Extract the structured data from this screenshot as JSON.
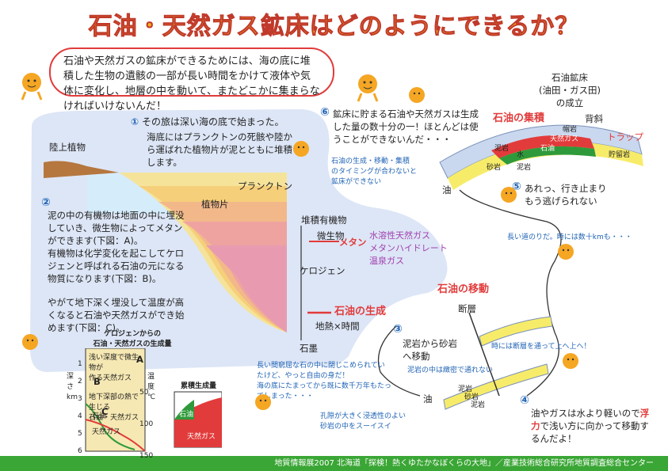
{
  "title": "石油・天然ガス鉱床はどのようにできるか？",
  "intro": "石油や天然ガスの鉱床ができるためには、海の底に堆積した生物の遺骸の一部が長い時間をかけて液体や気体に変化し、地層の中を動いて、またどこかに集まらなければいけないんだ！",
  "step1": {
    "num": "①",
    "heading": "その旅は深い海の底で始まった。",
    "body": "海底にはプランクトンの死骸や陸から運ばれた植物片が泥とともに堆積します。"
  },
  "labels": {
    "land_plants": "陸上植物",
    "plankton": "プランクトン",
    "plant_debris": "植物片"
  },
  "step2": {
    "num": "②",
    "body1": "泥の中の有機物は地面の中に埋没していき、微生物によってメタンができます(下図：A)。\n有機物は化学変化を起こしてケロジェンと呼ばれる石油の元になる物質になります(下図：B)。",
    "body2": "やがて地下深く埋没して温度が高くなると石油や天然ガスができ始めます(下図：C)。"
  },
  "flow": {
    "sediment_organic": "堆積有機物",
    "microbe": "微生物",
    "methane": "メタン",
    "kerogen": "ケロジェン",
    "generation": "石油の生成",
    "heat_time": "地熱×時間",
    "graphite": "石墨",
    "gas_types": "水溶性天然ガス\nメタンハイドレート\n温泉ガス"
  },
  "kerogen_chart": {
    "title": "ケロジェンからの\n石油・天然ガスの生成量",
    "depth_label": "深さ\nkm",
    "temp_label": "温度\n℃",
    "depth_ticks": [
      "1",
      "2",
      "3",
      "4",
      "5",
      "6"
    ],
    "temp_ticks": [
      "50",
      "100",
      "150"
    ],
    "zone_a": "A",
    "zone_b": "B",
    "zone_c": "C",
    "note_a": "浅い深度で微生物が\n作る天然ガス",
    "note_c": "地下深部の熱で生じる\n石油・天然ガス",
    "oil": "石油",
    "gas": "天然ガス",
    "cum_title": "累積生成量",
    "cum_oil": "石油",
    "cum_gas": "天然ガス"
  },
  "step6": {
    "num": "⑥",
    "body": "鉱床に貯まる石油や天然ガスは生成した量の数十分の一！ほとんどは使うことができないんだ・・・",
    "note": "石油の生成・移動・集積\nのタイミングが合わないと\n鉱床ができない"
  },
  "reservoir": {
    "title": "石油鉱床\n(油田・ガス田)\nの成立",
    "accumulation": "石油の集積",
    "anticline": "背斜",
    "cap_rock": "帽岩",
    "trap": "トラップ",
    "natural_gas": "天然ガス",
    "petroleum": "石油",
    "water": "水",
    "mudstone": "泥岩",
    "sandstone": "砂岩",
    "reservoir_rock": "貯留岩",
    "mudstone2": "泥岩",
    "oil_label": "油"
  },
  "step5": {
    "num": "⑤",
    "body": "あれっ、行き止まり\nもう逃げられない"
  },
  "long_journey": "長い道のりだ。時には数十kmも・・・",
  "migration": {
    "title": "石油の移動",
    "fault": "断層",
    "fault_note": "時には断層を通って上へ上へ！",
    "mud_note": "泥岩の中は緻密で通れない",
    "mud": "泥岩",
    "sand": "砂岩",
    "mud2": "泥岩",
    "oil": "油"
  },
  "step3": {
    "num": "③",
    "body": "泥岩から砂岩\nへ移動"
  },
  "step3_note": "長い間窮屈な石の中に閉じこめられていたけど、やっと自由の身だ！\n海の底にたまってから既に数千万年もたってしまった・・・",
  "sand_note": "孔隙が大きく浸透性のよい\n砂岩の中をスーイスイ",
  "step4": {
    "num": "④",
    "body1": "油やガスは水より軽いので",
    "buoyancy": "浮力",
    "body2": "で浅い方に向かって移動するんだよ！"
  },
  "footer": "地質情報展2007 北海道「探検！熱くゆたかなぼくらの大地」／産業技術総合研究所地質調査総合センター"
}
